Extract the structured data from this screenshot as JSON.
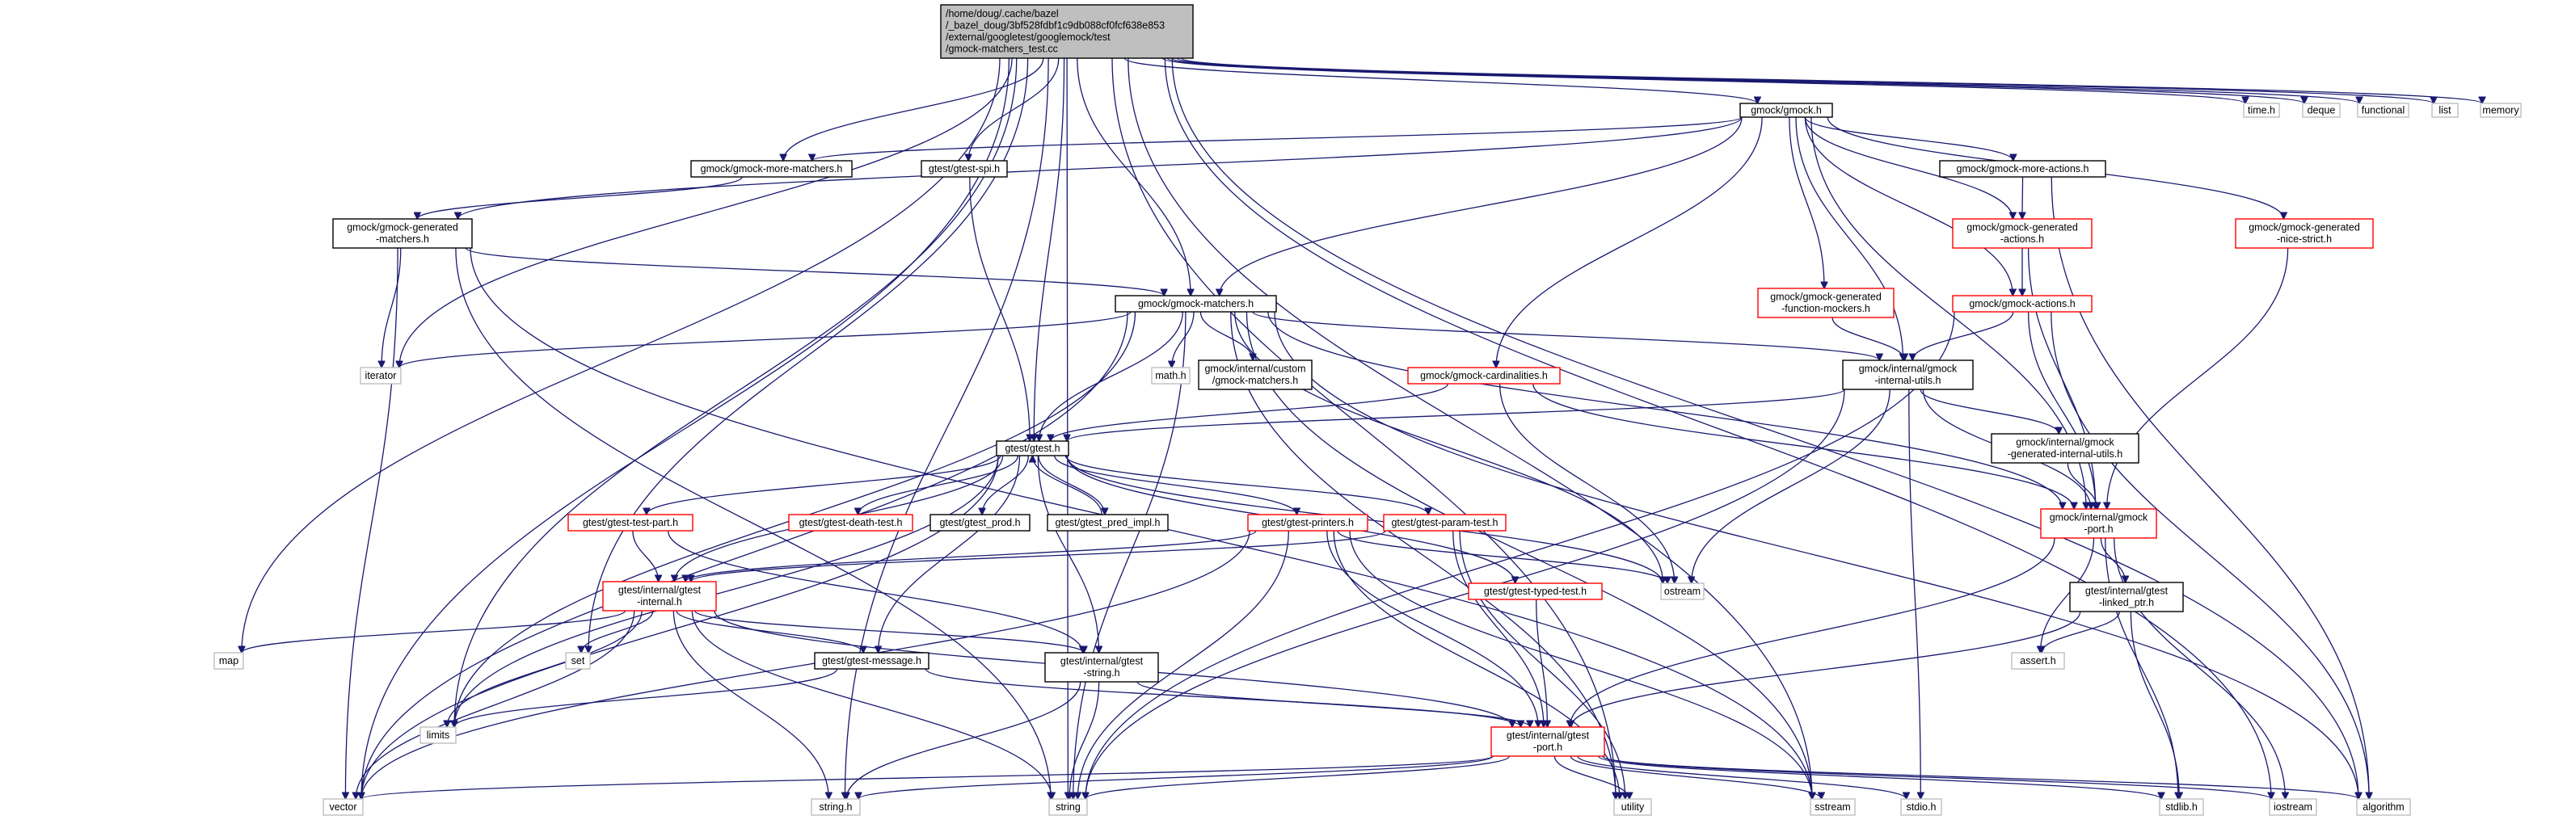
{
  "colors": {
    "edge": "#191970",
    "root_fill": "#bfbfbf",
    "fill": "#ffffff",
    "documented_border": "#000000",
    "undocumented_border": "#ff0000",
    "system_border": "#bfbfbf"
  },
  "nodes": [
    {
      "id": "root",
      "kind": "root",
      "lines": [
        "/home/doug/.cache/bazel",
        "/_bazel_doug/3bf528fdbf1c9db088cf0fcf638e853",
        "/external/googletest/googlemock/test",
        "/gmock-matchers_test.cc"
      ]
    },
    {
      "id": "gmock_h",
      "kind": "documented",
      "lines": [
        "gmock/gmock.h"
      ]
    },
    {
      "id": "time_h",
      "kind": "system",
      "lines": [
        "time.h"
      ]
    },
    {
      "id": "deque",
      "kind": "system",
      "lines": [
        "deque"
      ]
    },
    {
      "id": "functional",
      "kind": "system",
      "lines": [
        "functional"
      ]
    },
    {
      "id": "list",
      "kind": "system",
      "lines": [
        "list"
      ]
    },
    {
      "id": "memory",
      "kind": "system",
      "lines": [
        "memory"
      ]
    },
    {
      "id": "more_matchers",
      "kind": "documented",
      "lines": [
        "gmock/gmock-more-matchers.h"
      ]
    },
    {
      "id": "gtest_spi",
      "kind": "documented",
      "lines": [
        "gtest/gtest-spi.h"
      ]
    },
    {
      "id": "more_actions",
      "kind": "documented",
      "lines": [
        "gmock/gmock-more-actions.h"
      ]
    },
    {
      "id": "gen_nice_strict",
      "kind": "undocumented",
      "lines": [
        "gmock/gmock-generated",
        "-nice-strict.h"
      ]
    },
    {
      "id": "gen_matchers",
      "kind": "documented",
      "lines": [
        "gmock/gmock-generated",
        "-matchers.h"
      ]
    },
    {
      "id": "gen_actions",
      "kind": "undocumented",
      "lines": [
        "gmock/gmock-generated",
        "-actions.h"
      ]
    },
    {
      "id": "gen_fmockers",
      "kind": "undocumented",
      "lines": [
        "gmock/gmock-generated",
        "-function-mockers.h"
      ]
    },
    {
      "id": "gmock_actions",
      "kind": "undocumented",
      "lines": [
        "gmock/gmock-actions.h"
      ]
    },
    {
      "id": "gmock_matchers",
      "kind": "documented",
      "lines": [
        "gmock/gmock-matchers.h"
      ]
    },
    {
      "id": "iterator",
      "kind": "system",
      "lines": [
        "iterator"
      ]
    },
    {
      "id": "math_h",
      "kind": "system",
      "lines": [
        "math.h"
      ]
    },
    {
      "id": "custom_matchers",
      "kind": "documented",
      "lines": [
        "gmock/internal/custom",
        "/gmock-matchers.h"
      ]
    },
    {
      "id": "cardinalities",
      "kind": "undocumented",
      "lines": [
        "gmock/gmock-cardinalities.h"
      ]
    },
    {
      "id": "internal_utils",
      "kind": "documented",
      "lines": [
        "gmock/internal/gmock",
        "-internal-utils.h"
      ]
    },
    {
      "id": "gtest_h",
      "kind": "documented",
      "lines": [
        "gtest/gtest.h"
      ]
    },
    {
      "id": "gen_internal_utils",
      "kind": "documented",
      "lines": [
        "gmock/internal/gmock",
        "-generated-internal-utils.h"
      ]
    },
    {
      "id": "gmock_port",
      "kind": "undocumented",
      "lines": [
        "gmock/internal/gmock",
        "-port.h"
      ]
    },
    {
      "id": "test_part",
      "kind": "undocumented",
      "lines": [
        "gtest/gtest-test-part.h"
      ]
    },
    {
      "id": "death_test",
      "kind": "undocumented",
      "lines": [
        "gtest/gtest-death-test.h"
      ]
    },
    {
      "id": "gtest_prod",
      "kind": "documented",
      "lines": [
        "gtest/gtest_prod.h"
      ]
    },
    {
      "id": "pred_impl",
      "kind": "documented",
      "lines": [
        "gtest/gtest_pred_impl.h"
      ]
    },
    {
      "id": "printers",
      "kind": "undocumented",
      "lines": [
        "gtest/gtest-printers.h"
      ]
    },
    {
      "id": "param_test",
      "kind": "undocumented",
      "lines": [
        "gtest/gtest-param-test.h"
      ]
    },
    {
      "id": "ostream",
      "kind": "system",
      "lines": [
        "ostream"
      ]
    },
    {
      "id": "gtest_internal",
      "kind": "undocumented",
      "lines": [
        "gtest/internal/gtest",
        "-internal.h"
      ]
    },
    {
      "id": "typed_test",
      "kind": "undocumented",
      "lines": [
        "gtest/gtest-typed-test.h"
      ]
    },
    {
      "id": "linked_ptr",
      "kind": "documented",
      "lines": [
        "gtest/internal/gtest",
        "-linked_ptr.h"
      ]
    },
    {
      "id": "map",
      "kind": "system",
      "lines": [
        "map"
      ]
    },
    {
      "id": "set",
      "kind": "system",
      "lines": [
        "set"
      ]
    },
    {
      "id": "gtest_message",
      "kind": "documented",
      "lines": [
        "gtest/gtest-message.h"
      ]
    },
    {
      "id": "gtest_string",
      "kind": "documented",
      "lines": [
        "gtest/internal/gtest",
        "-string.h"
      ]
    },
    {
      "id": "assert_h",
      "kind": "system",
      "lines": [
        "assert.h"
      ]
    },
    {
      "id": "limits",
      "kind": "system",
      "lines": [
        "limits"
      ]
    },
    {
      "id": "gtest_port",
      "kind": "undocumented",
      "lines": [
        "gtest/internal/gtest",
        "-port.h"
      ]
    },
    {
      "id": "vector",
      "kind": "system",
      "lines": [
        "vector"
      ]
    },
    {
      "id": "string_h",
      "kind": "system",
      "lines": [
        "string.h"
      ]
    },
    {
      "id": "string",
      "kind": "system",
      "lines": [
        "string"
      ]
    },
    {
      "id": "utility",
      "kind": "system",
      "lines": [
        "utility"
      ]
    },
    {
      "id": "sstream",
      "kind": "system",
      "lines": [
        "sstream"
      ]
    },
    {
      "id": "stdio_h",
      "kind": "system",
      "lines": [
        "stdio.h"
      ]
    },
    {
      "id": "stdlib_h",
      "kind": "system",
      "lines": [
        "stdlib.h"
      ]
    },
    {
      "id": "iostream",
      "kind": "system",
      "lines": [
        "iostream"
      ]
    },
    {
      "id": "algorithm",
      "kind": "system",
      "lines": [
        "algorithm"
      ]
    }
  ],
  "edges": [
    [
      "root",
      "gmock_h"
    ],
    [
      "root",
      "time_h"
    ],
    [
      "root",
      "deque"
    ],
    [
      "root",
      "functional"
    ],
    [
      "root",
      "list"
    ],
    [
      "root",
      "memory"
    ],
    [
      "root",
      "more_matchers"
    ],
    [
      "root",
      "gtest_spi"
    ],
    [
      "root",
      "gtest_h"
    ],
    [
      "root",
      "gmock_matchers"
    ],
    [
      "root",
      "iterator"
    ],
    [
      "root",
      "map"
    ],
    [
      "root",
      "set"
    ],
    [
      "root",
      "limits"
    ],
    [
      "root",
      "vector"
    ],
    [
      "root",
      "string_h"
    ],
    [
      "root",
      "string"
    ],
    [
      "root",
      "utility"
    ],
    [
      "root",
      "sstream"
    ],
    [
      "root",
      "iostream"
    ],
    [
      "root",
      "algorithm"
    ],
    [
      "gmock_h",
      "more_matchers"
    ],
    [
      "gmock_h",
      "gen_matchers"
    ],
    [
      "gmock_h",
      "more_actions"
    ],
    [
      "gmock_h",
      "gen_nice_strict"
    ],
    [
      "gmock_h",
      "gen_actions"
    ],
    [
      "gmock_h",
      "gen_fmockers"
    ],
    [
      "gmock_h",
      "gmock_actions"
    ],
    [
      "gmock_h",
      "gmock_matchers"
    ],
    [
      "gmock_h",
      "cardinalities"
    ],
    [
      "gmock_h",
      "internal_utils"
    ],
    [
      "gmock_h",
      "gmock_port"
    ],
    [
      "more_matchers",
      "gen_matchers"
    ],
    [
      "gtest_spi",
      "gtest_h"
    ],
    [
      "gen_matchers",
      "gmock_matchers"
    ],
    [
      "gen_matchers",
      "iterator"
    ],
    [
      "gen_matchers",
      "vector"
    ],
    [
      "gen_matchers",
      "sstream"
    ],
    [
      "gen_matchers",
      "string"
    ],
    [
      "more_actions",
      "gen_actions"
    ],
    [
      "more_actions",
      "algorithm"
    ],
    [
      "gen_actions",
      "gmock_actions"
    ],
    [
      "gen_actions",
      "gmock_port"
    ],
    [
      "gen_nice_strict",
      "gmock_port"
    ],
    [
      "gen_fmockers",
      "internal_utils"
    ],
    [
      "gmock_actions",
      "internal_utils"
    ],
    [
      "gmock_actions",
      "gmock_port"
    ],
    [
      "gmock_actions",
      "algorithm"
    ],
    [
      "gmock_actions",
      "string"
    ],
    [
      "gmock_matchers",
      "gtest_h"
    ],
    [
      "gmock_matchers",
      "internal_utils"
    ],
    [
      "gmock_matchers",
      "gmock_port"
    ],
    [
      "gmock_matchers",
      "custom_matchers"
    ],
    [
      "gmock_matchers",
      "math_h"
    ],
    [
      "gmock_matchers",
      "iterator"
    ],
    [
      "gmock_matchers",
      "limits"
    ],
    [
      "gmock_matchers",
      "ostream"
    ],
    [
      "gmock_matchers",
      "sstream"
    ],
    [
      "gmock_matchers",
      "string"
    ],
    [
      "gmock_matchers",
      "utility"
    ],
    [
      "gmock_matchers",
      "vector"
    ],
    [
      "gmock_matchers",
      "algorithm"
    ],
    [
      "cardinalities",
      "gtest_h"
    ],
    [
      "cardinalities",
      "gmock_port"
    ],
    [
      "cardinalities",
      "ostream"
    ],
    [
      "internal_utils",
      "gtest_h"
    ],
    [
      "internal_utils",
      "gen_internal_utils"
    ],
    [
      "internal_utils",
      "gmock_port"
    ],
    [
      "internal_utils",
      "ostream"
    ],
    [
      "internal_utils",
      "stdio_h"
    ],
    [
      "internal_utils",
      "string"
    ],
    [
      "gen_internal_utils",
      "gmock_port"
    ],
    [
      "gmock_port",
      "gtest_port"
    ],
    [
      "gmock_port",
      "linked_ptr"
    ],
    [
      "gmock_port",
      "assert_h"
    ],
    [
      "gmock_port",
      "stdlib_h"
    ],
    [
      "gmock_port",
      "iostream"
    ],
    [
      "linked_ptr",
      "gtest_port"
    ],
    [
      "linked_ptr",
      "assert_h"
    ],
    [
      "linked_ptr",
      "stdlib_h"
    ],
    [
      "gtest_h",
      "test_part"
    ],
    [
      "gtest_h",
      "death_test"
    ],
    [
      "gtest_h",
      "gtest_prod"
    ],
    [
      "gtest_h",
      "pred_impl"
    ],
    [
      "gtest_h",
      "printers"
    ],
    [
      "gtest_h",
      "param_test"
    ],
    [
      "gtest_h",
      "typed_test"
    ],
    [
      "gtest_h",
      "gtest_internal"
    ],
    [
      "gtest_h",
      "gtest_message"
    ],
    [
      "gtest_h",
      "gtest_string"
    ],
    [
      "gtest_h",
      "ostream"
    ],
    [
      "gtest_h",
      "limits"
    ],
    [
      "gtest_h",
      "vector"
    ],
    [
      "pred_impl",
      "gtest_h"
    ],
    [
      "test_part",
      "gtest_internal"
    ],
    [
      "test_part",
      "gtest_string"
    ],
    [
      "test_part",
      "iosfwd"
    ],
    [
      "printers",
      "gtest_internal"
    ],
    [
      "printers",
      "gtest_port"
    ],
    [
      "printers",
      "ostream"
    ],
    [
      "printers",
      "sstream"
    ],
    [
      "printers",
      "string"
    ],
    [
      "printers",
      "utility"
    ],
    [
      "printers",
      "vector"
    ],
    [
      "param_test",
      "gtest_internal"
    ],
    [
      "param_test",
      "gtest_port"
    ],
    [
      "param_test",
      "utility"
    ],
    [
      "typed_test",
      "gtest_port"
    ],
    [
      "gtest_internal",
      "gtest_port"
    ],
    [
      "gtest_internal",
      "gtest_message"
    ],
    [
      "gtest_internal",
      "gtest_string"
    ],
    [
      "gtest_internal",
      "map"
    ],
    [
      "gtest_internal",
      "set"
    ],
    [
      "gtest_internal",
      "limits"
    ],
    [
      "gtest_internal",
      "vector"
    ],
    [
      "gtest_internal",
      "string_h"
    ],
    [
      "gtest_internal",
      "string"
    ],
    [
      "gtest_message",
      "gtest_port"
    ],
    [
      "gtest_message",
      "limits"
    ],
    [
      "gtest_string",
      "gtest_port"
    ],
    [
      "gtest_string",
      "string_h"
    ],
    [
      "gtest_string",
      "string"
    ],
    [
      "gtest_port",
      "vector"
    ],
    [
      "gtest_port",
      "string_h"
    ],
    [
      "gtest_port",
      "string"
    ],
    [
      "gtest_port",
      "utility"
    ],
    [
      "gtest_port",
      "sstream"
    ],
    [
      "gtest_port",
      "stdio_h"
    ],
    [
      "gtest_port",
      "stdlib_h"
    ],
    [
      "gtest_port",
      "iostream"
    ],
    [
      "gtest_port",
      "algorithm"
    ]
  ]
}
